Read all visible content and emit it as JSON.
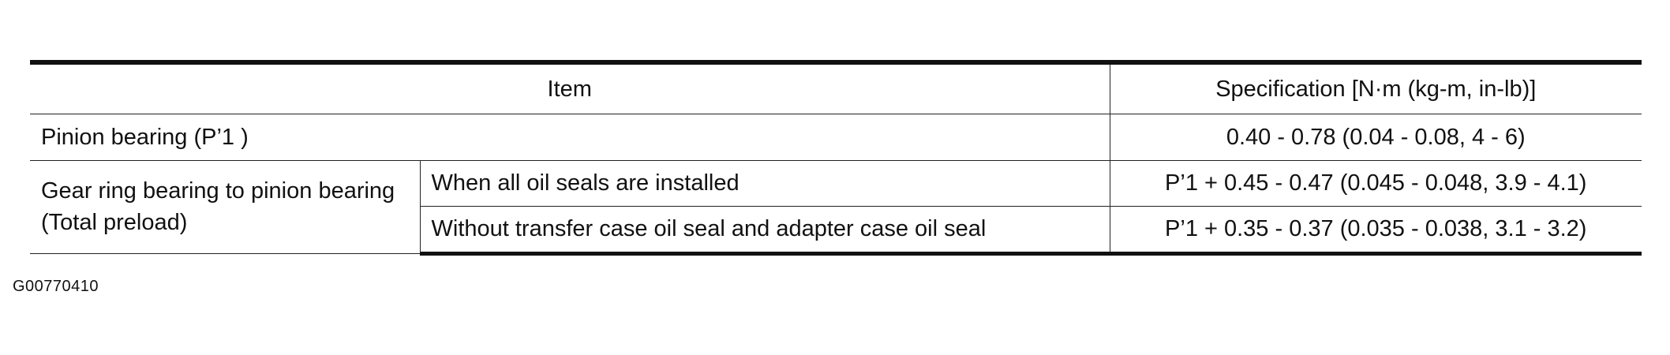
{
  "table": {
    "headers": {
      "item": "Item",
      "specification": "Specification [N·m (kg-m, in-lb)]"
    },
    "rows": [
      {
        "item": "Pinion bearing (P’1 )",
        "specification": "0.40 - 0.78 (0.04 - 0.08, 4 - 6)"
      },
      {
        "item": "Gear ring bearing to pinion bearing (Total preload)",
        "conditions": [
          {
            "condition": "When all oil seals are installed",
            "specification": "P’1  + 0.45 - 0.47 (0.045 - 0.048, 3.9 - 4.1)"
          },
          {
            "condition": "Without transfer case oil seal and adapter case oil seal",
            "specification": "P’1  + 0.35 - 0.37 (0.035 - 0.038, 3.1 - 3.2)"
          }
        ]
      }
    ]
  },
  "figure_code": "G00770410"
}
